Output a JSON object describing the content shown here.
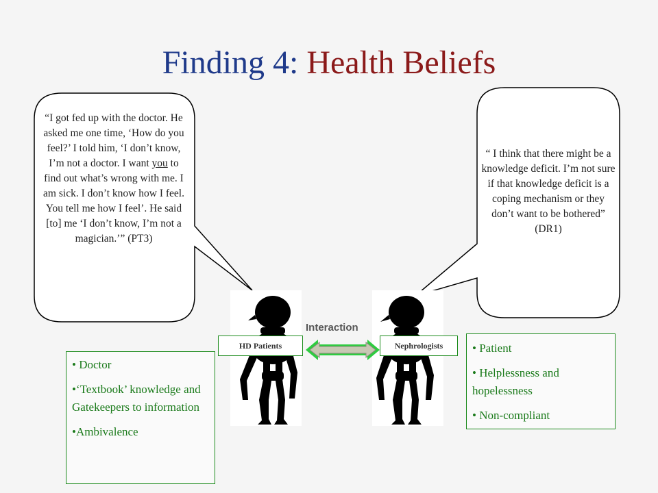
{
  "slide": {
    "title_prefix": "Finding 4:",
    "title_highlight": "Health Beliefs"
  },
  "quotes": {
    "left_part1": "“I got fed up with the doctor.  He asked me one time, ‘How do you feel?’ I told him, ‘I don’t know, I’m not a doctor. I want ",
    "left_underlined": "you",
    "left_part2": " to find out what’s wrong with me. I am sick. I don’t know how I feel. You tell me how I feel’. He said [to] me ‘I don’t know, I’m not a magician.’” (PT3)",
    "right": "“ I think that there might be a knowledge deficit.  I’m not sure if that knowledge deficit is a coping mechanism or they don’t want to be bothered” (DR1)"
  },
  "interaction_label": "Interaction",
  "tags": {
    "left": "HD Patients",
    "right": "Nephrologists"
  },
  "left_box": {
    "items": [
      "• Doctor",
      "•‘Textbook’ knowledge  and Gatekeepers to information",
      "•Ambivalence"
    ]
  },
  "right_box": {
    "items": [
      "• Patient",
      "• Helplessness and hopelessness",
      "• Non-compliant"
    ]
  },
  "colors": {
    "title_blue": "#1f3a8a",
    "title_red": "#8b1a1a",
    "box_green": "#1a8a1a",
    "arrow_green": "#2ecc40"
  }
}
